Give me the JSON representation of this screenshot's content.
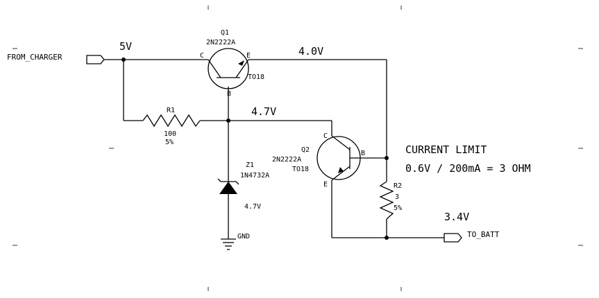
{
  "ports": {
    "input_label": "FROM_CHARGER",
    "output_label": "TO_BATT",
    "ground_label": "GND"
  },
  "voltages": {
    "input_node": "5V",
    "q1_emitter_node": "4.0V",
    "zener_node": "4.7V",
    "zener_rating": "4.7V",
    "output_node": "3.4V"
  },
  "q1": {
    "ref": "Q1",
    "part": "2N2222A",
    "package": "TO18",
    "pin_c": "C",
    "pin_e": "E",
    "pin_b": "B"
  },
  "q2": {
    "ref": "Q2",
    "part": "2N2222A",
    "package": "TO18",
    "pin_c": "C",
    "pin_e": "E",
    "pin_b": "B"
  },
  "r1": {
    "ref": "R1",
    "value": "100",
    "tolerance": "5%"
  },
  "r2": {
    "ref": "R2",
    "value": "3",
    "tolerance": "5%"
  },
  "z1": {
    "ref": "Z1",
    "part": "1N4732A"
  },
  "annotation": {
    "line1": "CURRENT LIMIT",
    "line2": "0.6V / 200mA = 3 OHM"
  }
}
